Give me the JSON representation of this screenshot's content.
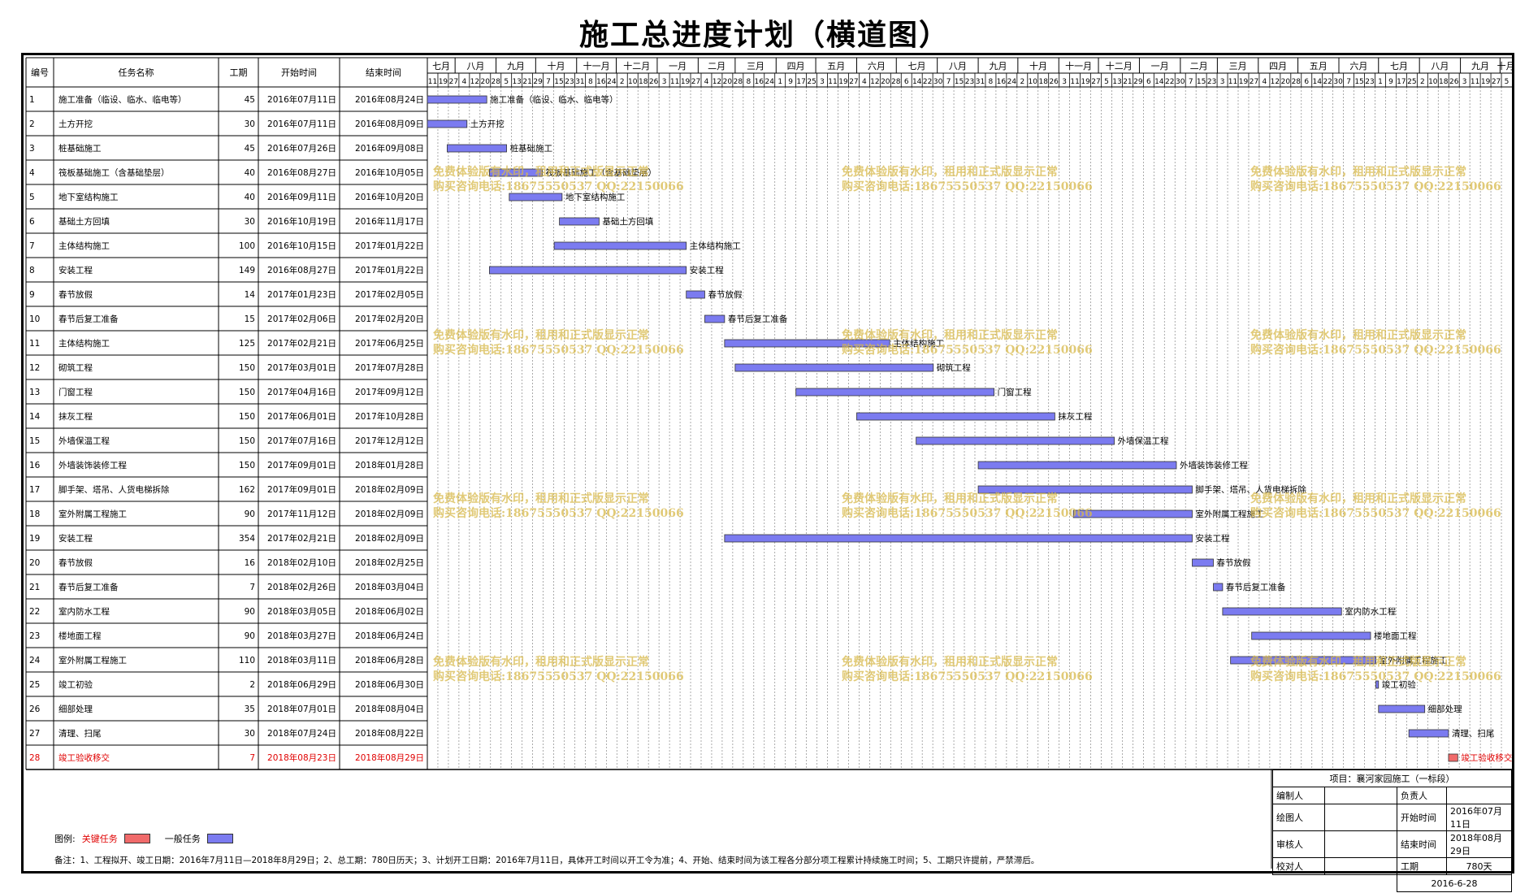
{
  "title": "施工总进度计划（横道图）",
  "table_headers": {
    "id": "编号",
    "name": "任务名称",
    "duration": "工期",
    "start": "开始时间",
    "end": "结束时间"
  },
  "chart_data": {
    "type": "gantt",
    "title": "施工总进度计划（横道图）",
    "project_start": "2016-07-11",
    "timeline_end": "2018-10-10",
    "month_headers": [
      "七月",
      "八月",
      "九月",
      "十月",
      "十一月",
      "十二月",
      "一月",
      "二月",
      "三月",
      "四月",
      "五月",
      "六月",
      "七月",
      "八月",
      "九月",
      "十月",
      "十一月",
      "十二月",
      "一月",
      "二月",
      "三月",
      "四月",
      "五月",
      "六月",
      "七月",
      "八月",
      "九月",
      "十月"
    ],
    "tick_days": [
      "11",
      "19",
      "27",
      "4",
      "12",
      "20",
      "28",
      "5",
      "13",
      "21",
      "29",
      "7",
      "15",
      "23",
      "31",
      "8",
      "16",
      "24",
      "2",
      "10",
      "18",
      "26",
      "3",
      "11",
      "19",
      "27",
      "4",
      "12",
      "20",
      "28",
      "8",
      "16",
      "24",
      "1",
      "9",
      "17",
      "25",
      "3",
      "11",
      "19",
      "27",
      "4",
      "12",
      "20",
      "28",
      "6",
      "14",
      "22",
      "30",
      "7",
      "15",
      "23",
      "31",
      "8",
      "16",
      "24",
      "2",
      "10",
      "18",
      "26",
      "3",
      "11",
      "19",
      "27",
      "5",
      "13",
      "21",
      "29",
      "6",
      "14",
      "22",
      "30",
      "7",
      "15",
      "23",
      "3",
      "11",
      "19",
      "27",
      "4",
      "12",
      "20",
      "28",
      "6",
      "14",
      "22",
      "30",
      "7",
      "15",
      "23",
      "1",
      "9",
      "17",
      "25",
      "2",
      "10",
      "18",
      "26",
      "3",
      "11",
      "19",
      "27",
      "5"
    ],
    "colors": {
      "normal_task": "#7b7bf0",
      "critical_task": "#f06a6a",
      "critical_text": "#e00000",
      "grid": "#000000",
      "watermark": "#d8b94a"
    },
    "tasks": [
      {
        "id": "1",
        "name": "施工准备（临设、临水、临电等）",
        "duration": "45",
        "start": "2016年07月11日",
        "end": "2016年08月24日",
        "s": "2016-07-11",
        "e": "2016-08-24",
        "label": "施工准备（临设、临水、临电等）",
        "critical": false
      },
      {
        "id": "2",
        "name": "土方开挖",
        "duration": "30",
        "start": "2016年07月11日",
        "end": "2016年08月09日",
        "s": "2016-07-11",
        "e": "2016-08-09",
        "label": "土方开挖",
        "critical": false
      },
      {
        "id": "3",
        "name": "桩基础施工",
        "duration": "45",
        "start": "2016年07月26日",
        "end": "2016年09月08日",
        "s": "2016-07-26",
        "e": "2016-09-08",
        "label": "桩基础施工",
        "critical": false
      },
      {
        "id": "4",
        "name": "筏板基础施工（含基础垫层）",
        "duration": "40",
        "start": "2016年08月27日",
        "end": "2016年10月05日",
        "s": "2016-08-27",
        "e": "2016-10-05",
        "label": "筏板基础施工（含基础垫层）",
        "critical": false
      },
      {
        "id": "5",
        "name": "地下室结构施工",
        "duration": "40",
        "start": "2016年09月11日",
        "end": "2016年10月20日",
        "s": "2016-09-11",
        "e": "2016-10-20",
        "label": "地下室结构施工",
        "critical": false
      },
      {
        "id": "6",
        "name": "基础土方回填",
        "duration": "30",
        "start": "2016年10月19日",
        "end": "2016年11月17日",
        "s": "2016-10-19",
        "e": "2016-11-17",
        "label": "基础土方回填",
        "critical": false
      },
      {
        "id": "7",
        "name": "主体结构施工",
        "duration": "100",
        "start": "2016年10月15日",
        "end": "2017年01月22日",
        "s": "2016-10-15",
        "e": "2017-01-22",
        "label": "主体结构施工",
        "critical": false
      },
      {
        "id": "8",
        "name": "安装工程",
        "duration": "149",
        "start": "2016年08月27日",
        "end": "2017年01月22日",
        "s": "2016-08-27",
        "e": "2017-01-22",
        "label": "安装工程",
        "critical": false
      },
      {
        "id": "9",
        "name": "春节放假",
        "duration": "14",
        "start": "2017年01月23日",
        "end": "2017年02月05日",
        "s": "2017-01-23",
        "e": "2017-02-05",
        "label": "春节放假",
        "critical": false
      },
      {
        "id": "10",
        "name": "春节后复工准备",
        "duration": "15",
        "start": "2017年02月06日",
        "end": "2017年02月20日",
        "s": "2017-02-06",
        "e": "2017-02-20",
        "label": "春节后复工准备",
        "critical": false
      },
      {
        "id": "11",
        "name": "主体结构施工",
        "duration": "125",
        "start": "2017年02月21日",
        "end": "2017年06月25日",
        "s": "2017-02-21",
        "e": "2017-06-25",
        "label": "主体结构施工",
        "critical": false
      },
      {
        "id": "12",
        "name": "砌筑工程",
        "duration": "150",
        "start": "2017年03月01日",
        "end": "2017年07月28日",
        "s": "2017-03-01",
        "e": "2017-07-28",
        "label": "砌筑工程",
        "critical": false
      },
      {
        "id": "13",
        "name": "门窗工程",
        "duration": "150",
        "start": "2017年04月16日",
        "end": "2017年09月12日",
        "s": "2017-04-16",
        "e": "2017-09-12",
        "label": "门窗工程",
        "critical": false
      },
      {
        "id": "14",
        "name": "抹灰工程",
        "duration": "150",
        "start": "2017年06月01日",
        "end": "2017年10月28日",
        "s": "2017-06-01",
        "e": "2017-10-28",
        "label": "抹灰工程",
        "critical": false
      },
      {
        "id": "15",
        "name": "外墙保温工程",
        "duration": "150",
        "start": "2017年07月16日",
        "end": "2017年12月12日",
        "s": "2017-07-16",
        "e": "2017-12-12",
        "label": "外墙保温工程",
        "critical": false
      },
      {
        "id": "16",
        "name": "外墙装饰装修工程",
        "duration": "150",
        "start": "2017年09月01日",
        "end": "2018年01月28日",
        "s": "2017-09-01",
        "e": "2018-01-28",
        "label": "外墙装饰装修工程",
        "critical": false
      },
      {
        "id": "17",
        "name": "脚手架、塔吊、人货电梯拆除",
        "duration": "162",
        "start": "2017年09月01日",
        "end": "2018年02月09日",
        "s": "2017-09-01",
        "e": "2018-02-09",
        "label": "脚手架、塔吊、人货电梯拆除",
        "critical": false
      },
      {
        "id": "18",
        "name": "室外附属工程施工",
        "duration": "90",
        "start": "2017年11月12日",
        "end": "2018年02月09日",
        "s": "2017-11-12",
        "e": "2018-02-09",
        "label": "室外附属工程施工",
        "critical": false
      },
      {
        "id": "19",
        "name": "安装工程",
        "duration": "354",
        "start": "2017年02月21日",
        "end": "2018年02月09日",
        "s": "2017-02-21",
        "e": "2018-02-09",
        "label": "安装工程",
        "critical": false
      },
      {
        "id": "20",
        "name": "春节放假",
        "duration": "16",
        "start": "2018年02月10日",
        "end": "2018年02月25日",
        "s": "2018-02-10",
        "e": "2018-02-25",
        "label": "春节放假",
        "critical": false
      },
      {
        "id": "21",
        "name": "春节后复工准备",
        "duration": "7",
        "start": "2018年02月26日",
        "end": "2018年03月04日",
        "s": "2018-02-26",
        "e": "2018-03-04",
        "label": "春节后复工准备",
        "critical": false
      },
      {
        "id": "22",
        "name": "室内防水工程",
        "duration": "90",
        "start": "2018年03月05日",
        "end": "2018年06月02日",
        "s": "2018-03-05",
        "e": "2018-06-02",
        "label": "室内防水工程",
        "critical": false
      },
      {
        "id": "23",
        "name": "楼地面工程",
        "duration": "90",
        "start": "2018年03月27日",
        "end": "2018年06月24日",
        "s": "2018-03-27",
        "e": "2018-06-24",
        "label": "楼地面工程",
        "critical": false
      },
      {
        "id": "24",
        "name": "室外附属工程施工",
        "duration": "110",
        "start": "2018年03月11日",
        "end": "2018年06月28日",
        "s": "2018-03-11",
        "e": "2018-06-28",
        "label": "室外附属工程施工",
        "critical": false
      },
      {
        "id": "25",
        "name": "竣工初验",
        "duration": "2",
        "start": "2018年06月29日",
        "end": "2018年06月30日",
        "s": "2018-06-29",
        "e": "2018-06-30",
        "label": "竣工初验",
        "critical": false
      },
      {
        "id": "26",
        "name": "细部处理",
        "duration": "35",
        "start": "2018年07月01日",
        "end": "2018年08月04日",
        "s": "2018-07-01",
        "e": "2018-08-04",
        "label": "细部处理",
        "critical": false
      },
      {
        "id": "27",
        "name": "清理、扫尾",
        "duration": "30",
        "start": "2018年07月24日",
        "end": "2018年08月22日",
        "s": "2018-07-24",
        "e": "2018-08-22",
        "label": "清理、扫尾",
        "critical": false
      },
      {
        "id": "28",
        "name": "竣工验收移交",
        "duration": "7",
        "start": "2018年08月23日",
        "end": "2018年08月29日",
        "s": "2018-08-23",
        "e": "2018-08-29",
        "label": "竣工验收移交",
        "critical": true
      }
    ]
  },
  "legend": {
    "label": "图例:",
    "critical": "关键任务",
    "normal": "一般任务"
  },
  "notes": "备注：1、工程拟开、竣工日期：2016年7月11日—2018年8月29日；2、总工期：780日历天；3、计划开工日期：2016年7月11日，具体开工时间以开工令为准；4、开始、结束时间为该工程各分部分项工程累计持续施工时间；5、工期只许提前，严禁滞后。",
  "info": {
    "project": "项目：襄河家园施工（一标段）",
    "rows": [
      [
        "编制人",
        "",
        "负责人",
        ""
      ],
      [
        "绘图人",
        "",
        "开始时间",
        "2016年07月11日"
      ],
      [
        "审核人",
        "",
        "结束时间",
        "2018年08月29日"
      ],
      [
        "校对人",
        "",
        "工期",
        "780天"
      ]
    ],
    "date": "2016-6-28"
  },
  "watermark": {
    "line1": "免费体验版有水印，租用和正式版显示正常",
    "line2": "购买咨询电话:18675550537 QQ:22150066"
  }
}
